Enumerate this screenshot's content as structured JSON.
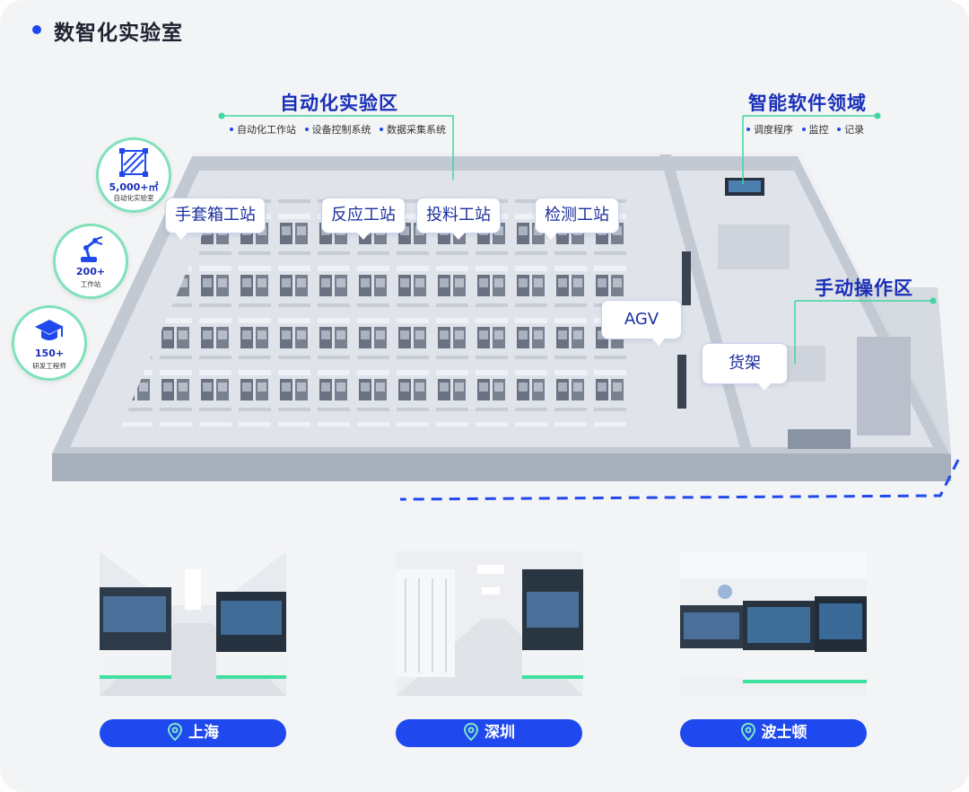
{
  "title": "数智化实验室",
  "sections": {
    "auto_lab": {
      "title": "自动化实验区",
      "items": [
        "自动化工作站",
        "设备控制系统",
        "数据采集系统"
      ]
    },
    "software": {
      "title": "智能软件领域",
      "items": [
        "调度程序",
        "监控",
        "记录"
      ]
    },
    "manual": {
      "title": "手动操作区"
    }
  },
  "callouts": {
    "glovebox": "手套箱工站",
    "reaction": "反应工站",
    "feeding": "投料工站",
    "testing": "检测工站",
    "agv": "AGV",
    "shelf": "货架"
  },
  "stats": [
    {
      "value": "5,000+㎡",
      "label": "自动化实验室",
      "icon": "area-icon"
    },
    {
      "value": "200+",
      "label": "工作站",
      "icon": "robot-arm-icon"
    },
    {
      "value": "150+",
      "label": "研发工程师",
      "icon": "graduation-cap-icon"
    }
  ],
  "locations": [
    "上海",
    "深圳",
    "波士顿"
  ],
  "colors": {
    "accent": "#1f49ee",
    "title": "#1a2fb8",
    "badge_ring": "#7fe2b9",
    "leader_line": "#3fd6a0"
  }
}
